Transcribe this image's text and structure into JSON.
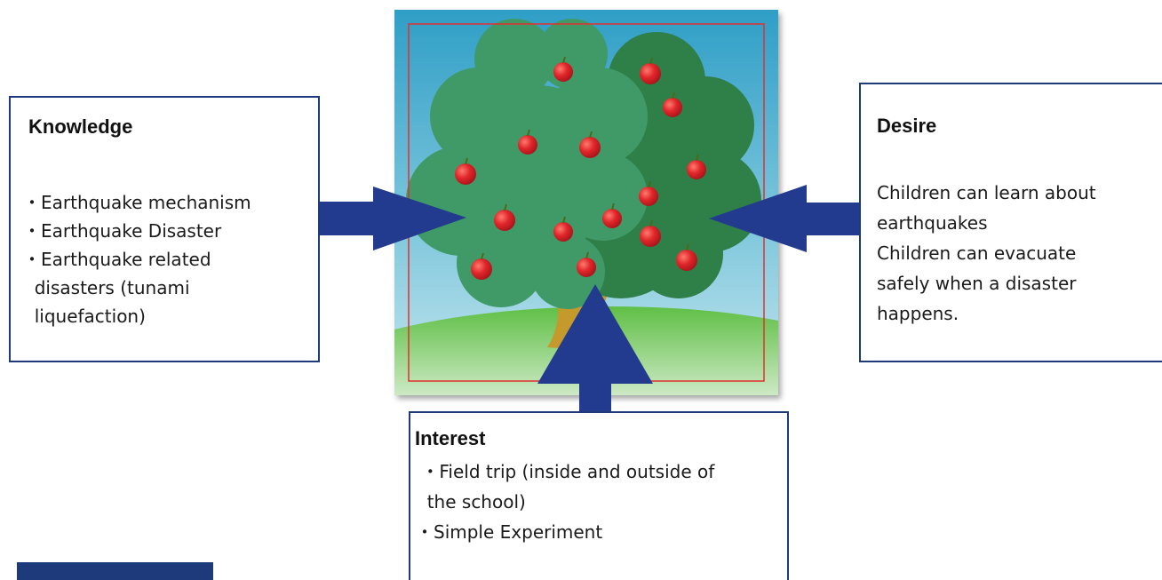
{
  "knowledge": {
    "title": "Knowledge",
    "items": [
      "・Earthquake mechanism",
      "・Earthquake Disaster",
      "・Earthquake related",
      "  disasters (tunami",
      "  liquefaction)"
    ]
  },
  "desire": {
    "title": "Desire",
    "lines": [
      "Children can learn about",
      "earthquakes",
      "Children  can evacuate",
      "safely when a disaster",
      "happens."
    ]
  },
  "interest": {
    "title": "Interest",
    "lines": [
      " ・Field trip (inside and outside of",
      "  the school)",
      "・Simple  Experiment"
    ]
  },
  "colors": {
    "arrow": "#233b8e",
    "box_border": "#1f3a7a",
    "sky_top": "#2f9ec6",
    "sky_bottom": "#bfe3ee",
    "tree_light": "#3f9a68",
    "tree_dark": "#2f7f48",
    "apple": "#d91e24",
    "trunk": "#c49a2c",
    "grass": "#6fc24e"
  }
}
